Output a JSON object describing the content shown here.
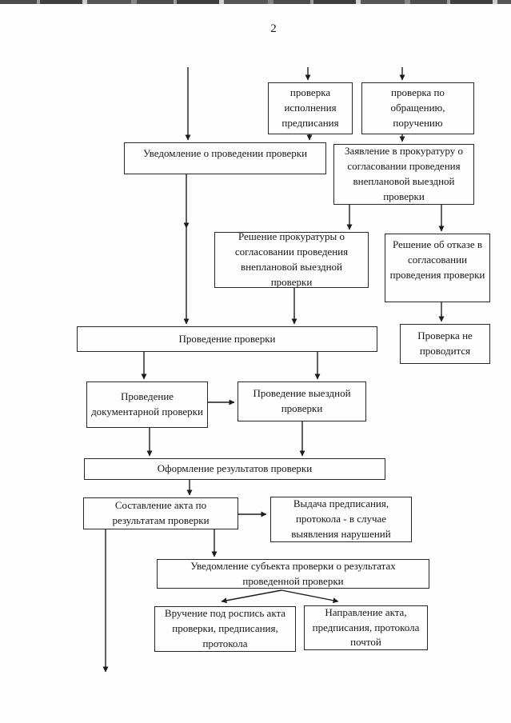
{
  "page": {
    "number": "2"
  },
  "colors": {
    "ink": "#1c1c1c",
    "paper": "#fefefe"
  },
  "flowchart": {
    "nodes": {
      "check_prescription": {
        "label": "проверка исполнения предписания"
      },
      "check_appeal": {
        "label": "проверка по обращению, поручению"
      },
      "notification": {
        "label": "Уведомление о проведении проверки"
      },
      "application_prosecutor": {
        "label": "Заявление в прокуратуру о согласовании проведения внеплановой выездной проверки"
      },
      "decision_approve": {
        "label": "Решение прокуратуры о согласовании проведения внеплановой выездной проверки"
      },
      "decision_refuse": {
        "label": "Решение об отказе в согласовании проведения проверки"
      },
      "conduct": {
        "label": "Проведение проверки"
      },
      "not_conducted": {
        "label": "Проверка не проводится"
      },
      "documentary": {
        "label": "Проведение документарной проверки"
      },
      "onsite": {
        "label": "Проведение выездной проверки"
      },
      "results": {
        "label": "Оформление результатов проверки"
      },
      "act": {
        "label": "Составление акта по результатам проверки"
      },
      "issue": {
        "label": "Выдача предписания, протокола - в случае выявления нарушений"
      },
      "notify_subject": {
        "label": "Уведомление субъекта проверки о результатах проведенной проверки"
      },
      "hand_over": {
        "label": "Вручение под роспись акта проверки, предписания, протокола"
      },
      "mail": {
        "label": "Направление акта, предписания, протокола почтой"
      }
    },
    "edges": [
      {
        "from": "top",
        "to": "notification"
      },
      {
        "from": "top",
        "to": "check_prescription"
      },
      {
        "from": "top",
        "to": "check_appeal"
      },
      {
        "from": "check_prescription",
        "to": "notification"
      },
      {
        "from": "check_appeal",
        "to": "application_prosecutor"
      },
      {
        "from": "notification",
        "to": "conduct"
      },
      {
        "from": "application_prosecutor",
        "to": "decision_approve"
      },
      {
        "from": "application_prosecutor",
        "to": "decision_refuse"
      },
      {
        "from": "decision_approve",
        "to": "conduct"
      },
      {
        "from": "decision_refuse",
        "to": "not_conducted"
      },
      {
        "from": "conduct",
        "to": "documentary"
      },
      {
        "from": "conduct",
        "to": "onsite"
      },
      {
        "from": "documentary",
        "to": "onsite"
      },
      {
        "from": "documentary",
        "to": "results"
      },
      {
        "from": "onsite",
        "to": "results"
      },
      {
        "from": "results",
        "to": "act"
      },
      {
        "from": "act",
        "to": "issue"
      },
      {
        "from": "act",
        "to": "next-page"
      },
      {
        "from": "act",
        "to": "notify_subject"
      },
      {
        "from": "notify_subject",
        "to": "hand_over"
      },
      {
        "from": "notify_subject",
        "to": "mail"
      }
    ]
  }
}
